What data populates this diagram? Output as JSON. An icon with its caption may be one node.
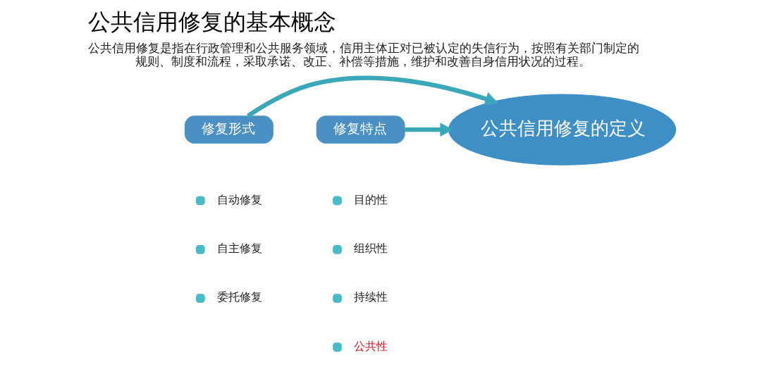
{
  "diagram": {
    "title": "公共信用修复的基本概念",
    "nodes": [
      {
        "text": [
          "修复形式"
        ]
      },
      {
        "text": [
          "公共信用修复的定义"
        ]
      },
      {
        "text": [
          "修复特点"
        ]
      }
    ],
    "edges": [
      {
        "from": 0,
        "to": 1,
        "arrow": "to"
      },
      {
        "from": 2,
        "to": 1,
        "arrow": "to"
      }
    ],
    "labels": [
      "公共信用修复是指在行政管理和公共服务领域，信用主体正对已被认定的失信行为，按照有关部门制定的规则、制度和流程，采取承诺、改正、补偿等措施，维护和改善自身信用状况的过程。",
      "自动修复",
      "自主修复",
      "委托修复",
      "目的性",
      "组织性",
      "持续性",
      "公共性"
    ]
  }
}
